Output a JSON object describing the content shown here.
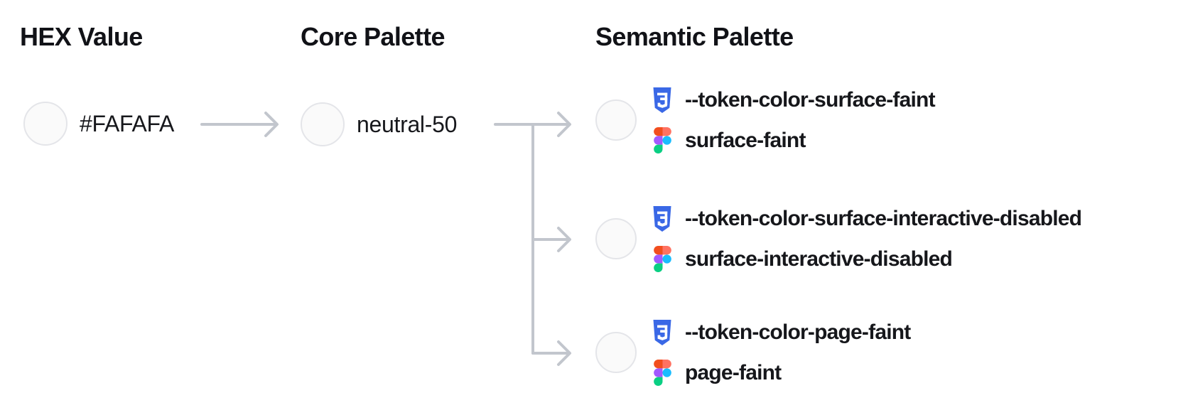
{
  "headings": {
    "hex": "HEX Value",
    "core": "Core Palette",
    "semantic": "Semantic Palette"
  },
  "hex_node": {
    "label": "#FAFAFA",
    "swatch_color": "#FAFAFA"
  },
  "core_node": {
    "label": "neutral-50",
    "swatch_color": "#FAFAFA"
  },
  "semantic_nodes": [
    {
      "css_token": "--token-color-surface-faint",
      "figma_name": "surface-faint",
      "swatch_color": "#FAFAFA"
    },
    {
      "css_token": "--token-color-surface-interactive-disabled",
      "figma_name": "surface-interactive-disabled",
      "swatch_color": "#FAFAFA"
    },
    {
      "css_token": "--token-color-page-faint",
      "figma_name": "page-faint",
      "swatch_color": "#FAFAFA"
    }
  ],
  "icons": {
    "css": "css3-shield-icon",
    "figma": "figma-logo-icon"
  },
  "colors": {
    "background": "#FFFFFF",
    "heading_text": "#111217",
    "body_text": "#17181C",
    "connector": "#C2C6CD",
    "swatch_fill": "#FAFAFA",
    "swatch_border": "#E4E5E9",
    "css_icon_blue": "#3A68E6",
    "figma_orange": "#F24E1E",
    "figma_salmon": "#FF7262",
    "figma_purple": "#A259FF",
    "figma_blue": "#1ABCFE",
    "figma_green": "#0ACF83"
  }
}
